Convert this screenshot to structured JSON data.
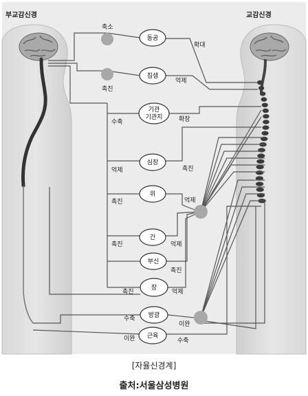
{
  "labels": {
    "parasympathetic": "부교감신경",
    "sympathetic": "교감신경"
  },
  "organs": [
    {
      "name": "동공"
    },
    {
      "name": "침샘"
    },
    {
      "name1": "기관",
      "name2": "기관지"
    },
    {
      "name": "심장"
    },
    {
      "name": "위"
    },
    {
      "name": "간"
    },
    {
      "name": "부신"
    },
    {
      "name": "장"
    },
    {
      "name": "방광"
    },
    {
      "name": "근육"
    }
  ],
  "para_effects": [
    "축소",
    "촉진",
    "수축",
    "억제",
    "촉진",
    "촉진",
    "촉진",
    "수축",
    "이완"
  ],
  "symp_effects": [
    "확대",
    "억제",
    "확장",
    "촉진",
    "억제",
    "억제",
    "촉진",
    "억제",
    "이완",
    "수축"
  ],
  "caption": "[자율신경계]",
  "source": "출처:서울삼성병원"
}
